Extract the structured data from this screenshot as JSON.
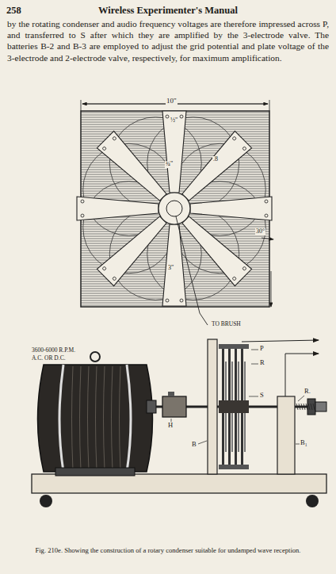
{
  "diagram": {
    "title": "Wireless Experimenter's Manual",
    "caption": "Fig. 210e. Showing the construction of a rotary condenser suitable for undamped wave reception.",
    "labels": [
      "258",
      "by the rotating condenser and audio frequency voltages are therefore impressed across P, and transferred to S after which they are amplified by the 3-electrode valve. The batteries B-2 and B-3 are employed to adjust the grid potential and plate voltage of the 3-electrode and 2-electrode valve, respectively, for maximum amplification.",
      "10\"",
      "½\"",
      "¾\"",
      ".8",
      "3\"",
      "30°",
      "TO BRUSH",
      "3600-6000 R.P.M.",
      "A.C. OR D.C.",
      "P",
      "R",
      "S",
      "R.",
      "H",
      "B",
      "B₁"
    ]
  }
}
